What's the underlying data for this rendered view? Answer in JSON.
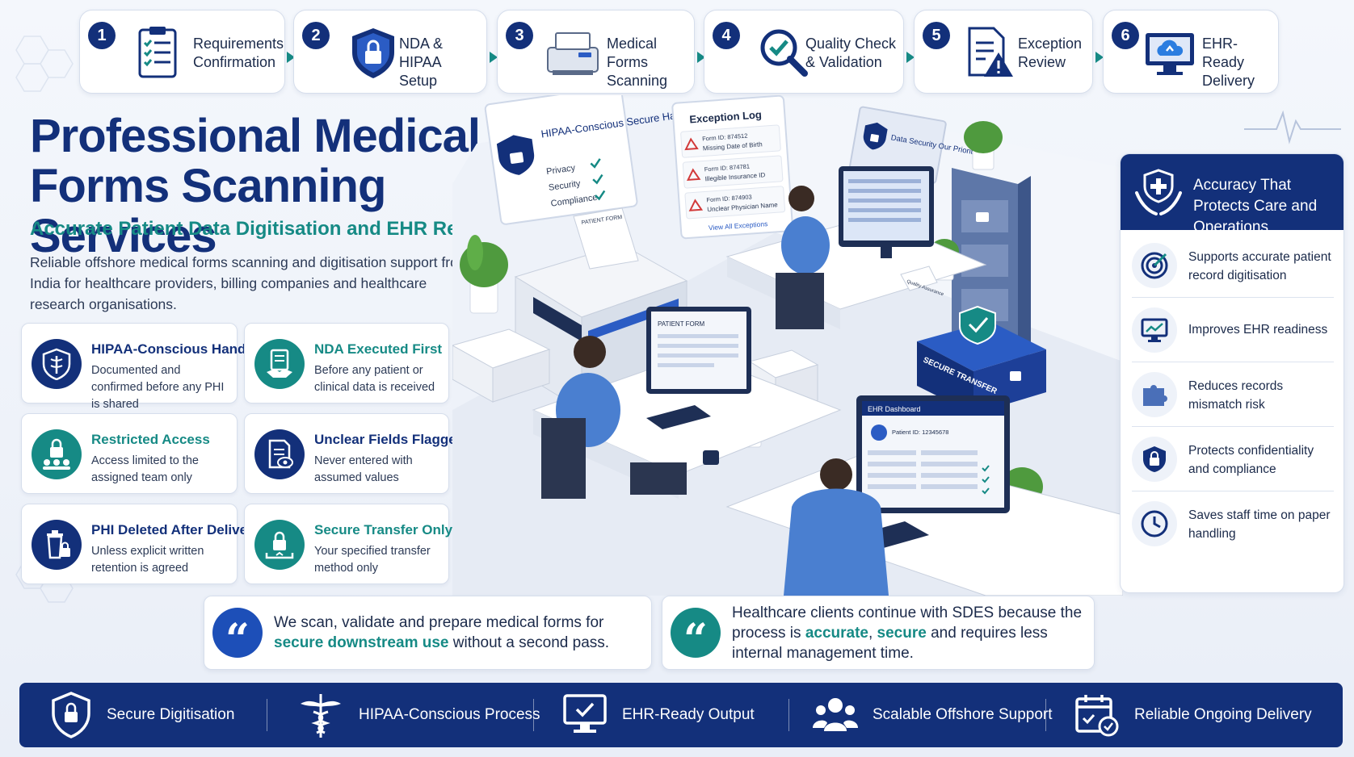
{
  "steps": [
    {
      "num": "1",
      "label": "Requirements Confirmation",
      "icon": "checklist-icon"
    },
    {
      "num": "2",
      "label": "NDA & HIPAA Setup",
      "icon": "shield-lock-icon"
    },
    {
      "num": "3",
      "label": "Medical Forms Scanning",
      "icon": "scanner-icon"
    },
    {
      "num": "4",
      "label": "Quality Check & Validation",
      "icon": "magnifier-check-icon"
    },
    {
      "num": "5",
      "label": "Exception Review",
      "icon": "document-warning-icon"
    },
    {
      "num": "6",
      "label": "EHR-Ready Delivery",
      "icon": "monitor-cloud-icon"
    }
  ],
  "hero": {
    "title": "Professional Medical Forms Scanning Services",
    "subtitle": "Accurate Patient Data Digitisation and EHR Readiness",
    "intro": "Reliable offshore medical forms scanning and digitisation support from India for healthcare providers, billing companies and healthcare research organisations."
  },
  "features": [
    {
      "title": "HIPAA-Conscious Handling",
      "desc": "Documented and confirmed before any PHI is shared",
      "icon": "caduceus-shield-icon",
      "color": "navy"
    },
    {
      "title": "NDA Executed First",
      "desc": "Before any patient or clinical data is received",
      "icon": "handshake-document-icon",
      "color": "teal"
    },
    {
      "title": "Restricted Access",
      "desc": "Access limited to the assigned team only",
      "icon": "lock-team-icon",
      "color": "teal"
    },
    {
      "title": "Unclear Fields Flagged",
      "desc": "Never entered with assumed values",
      "icon": "document-eye-icon",
      "color": "navy"
    },
    {
      "title": "PHI Deleted After Delivery",
      "desc": "Unless explicit written retention is agreed",
      "icon": "trash-lock-icon",
      "color": "navy"
    },
    {
      "title": "Secure Transfer Only",
      "desc": "Your specified transfer method only",
      "icon": "lock-transfer-icon",
      "color": "teal"
    }
  ],
  "scene": {
    "hipaa_board": {
      "title": "HIPAA-Conscious Secure Handling",
      "items": [
        "Privacy",
        "Security",
        "Compliance"
      ]
    },
    "exception_log": {
      "title": "Exception Log",
      "entries": [
        {
          "id": "Form ID: 874512",
          "issue": "Missing Date of Birth"
        },
        {
          "id": "Form ID: 874781",
          "issue": "Illegible Insurance ID"
        },
        {
          "id": "Form ID: 874903",
          "issue": "Unclear Physician Name"
        }
      ],
      "link": "View All Exceptions"
    },
    "security_sign": "Data Security Our Priority",
    "patient_form_label": "PATIENT FORM",
    "monitor_form_label": "PATIENT FORM",
    "qa_tag": "Quality Assurance",
    "secure_transfer": "SECURE TRANSFER",
    "ehr": {
      "title": "EHR Dashboard",
      "patient_id": "Patient ID: 12345678"
    }
  },
  "benefits": {
    "title": "Accuracy That Protects Care and Operations",
    "items": [
      {
        "text": "Supports accurate patient record digitisation",
        "icon": "target-icon"
      },
      {
        "text": "Improves EHR readiness",
        "icon": "monitor-chart-icon"
      },
      {
        "text": "Reduces records mismatch risk",
        "icon": "puzzle-icon"
      },
      {
        "text": "Protects confidentiality and compliance",
        "icon": "shield-lock-icon"
      },
      {
        "text": "Saves staff time on paper handling",
        "icon": "clock-icon"
      }
    ]
  },
  "quotes": [
    {
      "pre": "We scan, validate and prepare medical forms for ",
      "hl1": "secure downstream use",
      "post": " without a second pass."
    },
    {
      "pre": "Healthcare clients continue with SDES because the process is ",
      "hl1": "accurate",
      "mid": ", ",
      "hl2": "secure",
      "post": " and requires less internal management time."
    }
  ],
  "footer": [
    {
      "label": "Secure Digitisation",
      "icon": "shield-lock-icon"
    },
    {
      "label": "HIPAA-Conscious Process",
      "icon": "caduceus-icon"
    },
    {
      "label": "EHR-Ready Output",
      "icon": "monitor-check-icon"
    },
    {
      "label": "Scalable Offshore Support",
      "icon": "team-icon"
    },
    {
      "label": "Reliable Ongoing Delivery",
      "icon": "calendar-check-icon"
    }
  ],
  "colors": {
    "navy": "#13307a",
    "teal": "#168a85",
    "background": "#f0f4fa"
  }
}
